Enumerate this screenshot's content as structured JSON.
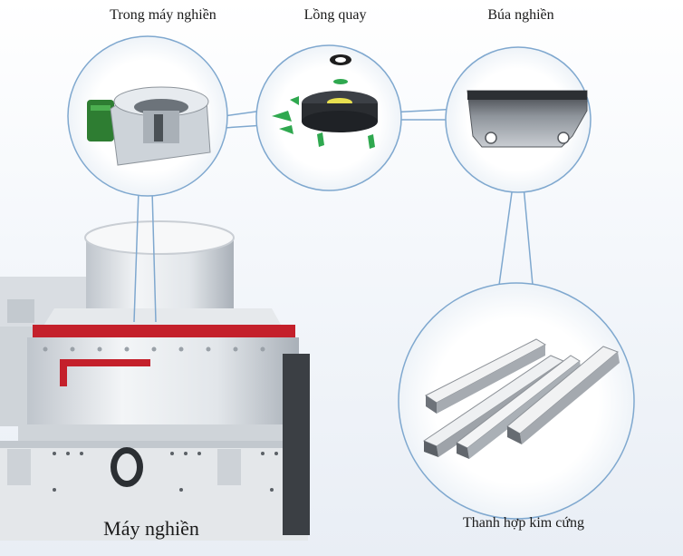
{
  "labels": {
    "crusher_inside": "Trong máy nghiền",
    "rotor": "Lồng quay",
    "hammer": "Búa nghiền",
    "carbide_bars": "Thanh hợp kim cứng",
    "crusher": "Máy nghiền"
  },
  "colors": {
    "circle_outline": "#7fa8cf",
    "accent_red": "#c4202b",
    "rotor_green": "#2fa84f",
    "machine_body": "#e7eaee"
  }
}
